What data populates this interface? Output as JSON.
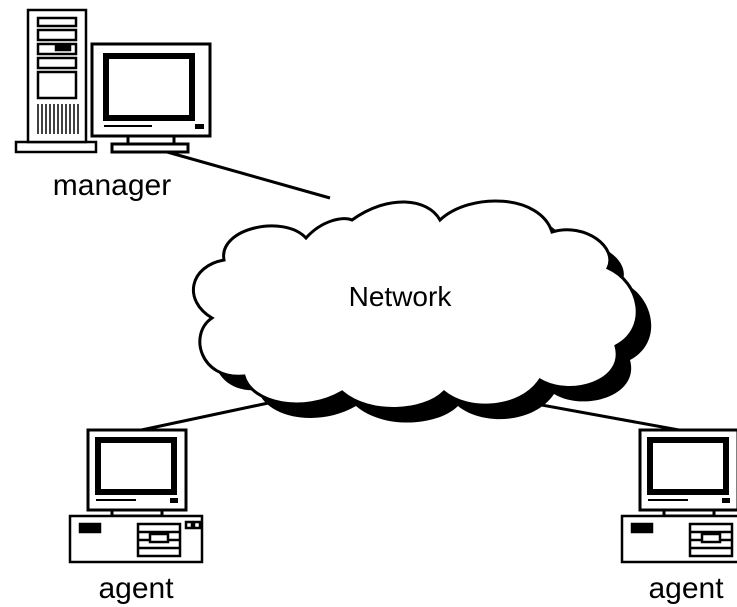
{
  "diagram": {
    "nodes": {
      "manager": {
        "label": "manager"
      },
      "network": {
        "label": "Network"
      },
      "agent_left": {
        "label": "agent"
      },
      "agent_right": {
        "label": "agent"
      }
    },
    "links": [
      {
        "from": "manager",
        "to": "network"
      },
      {
        "from": "network",
        "to": "agent_left"
      },
      {
        "from": "network",
        "to": "agent_right"
      }
    ]
  }
}
